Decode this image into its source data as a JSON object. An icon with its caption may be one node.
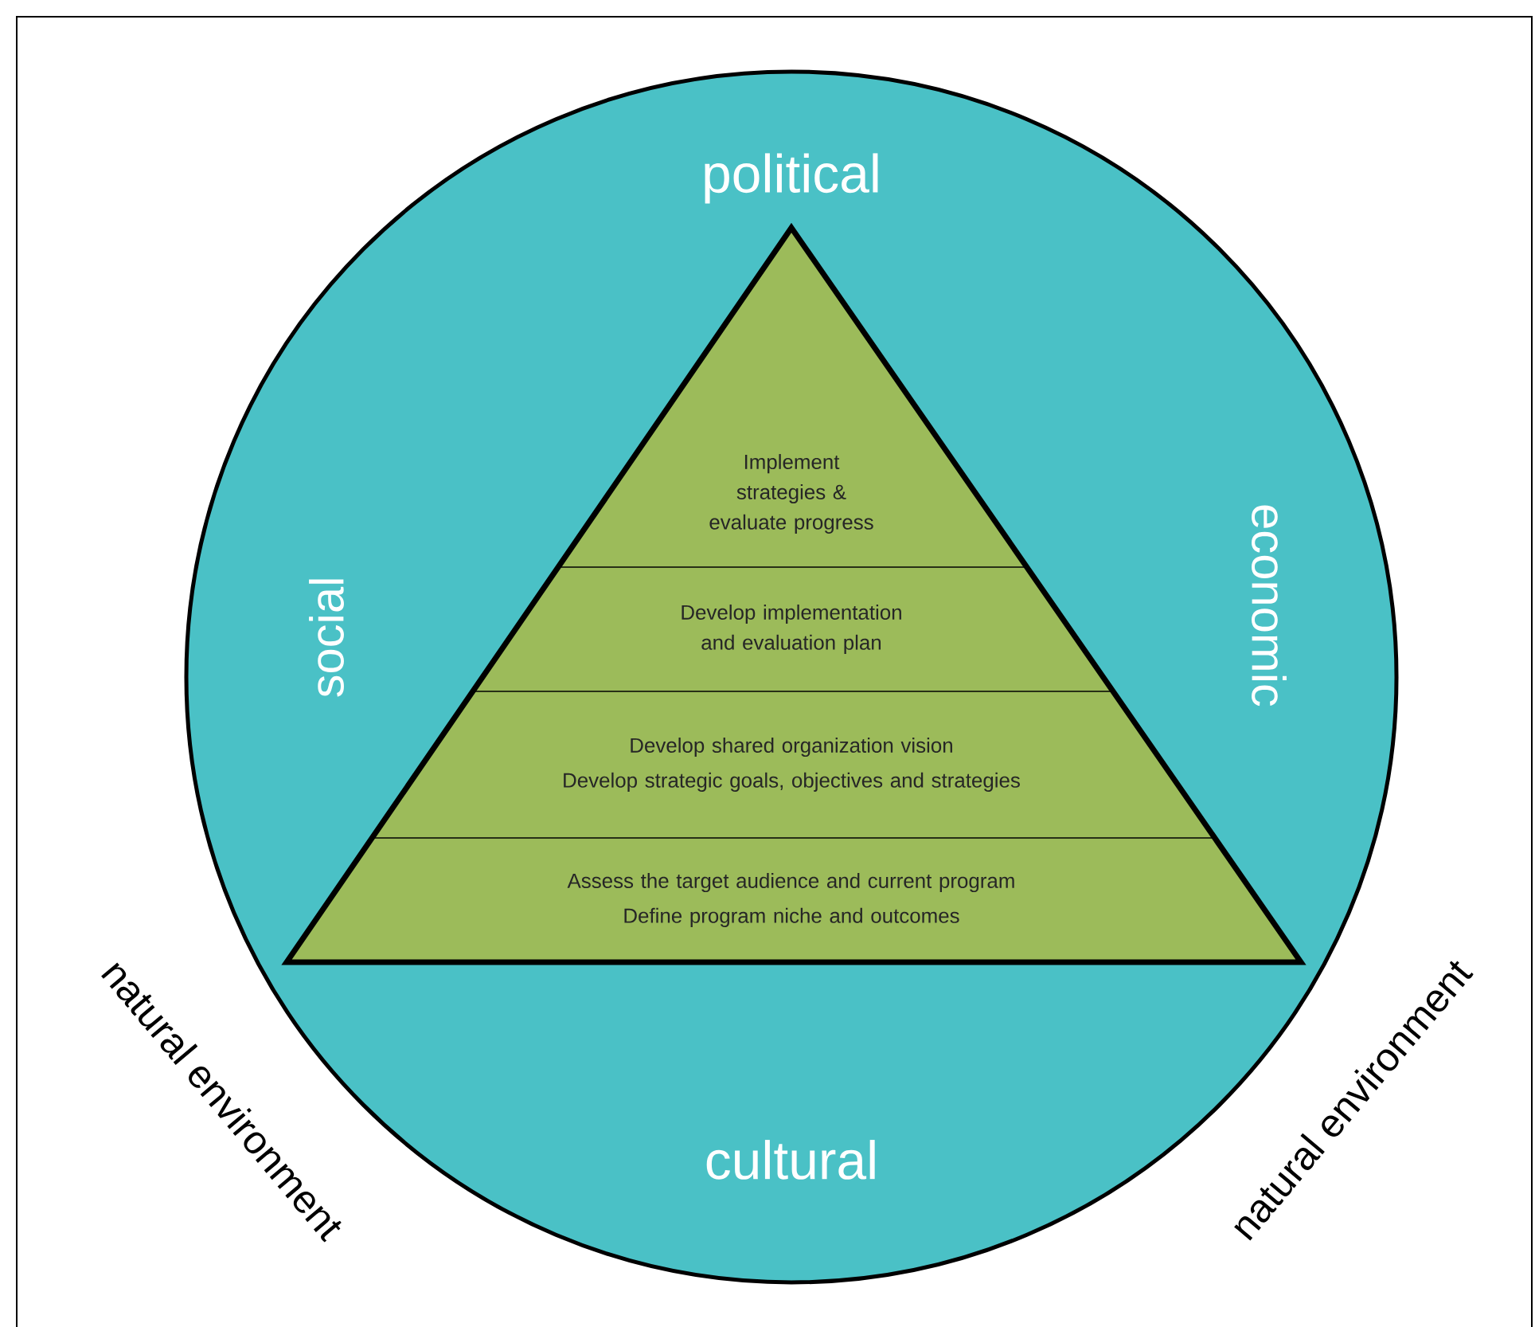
{
  "diagram": {
    "nodes": [
      {
        "text": [
          "political",
          "social",
          "economic",
          "cultural"
        ]
      },
      {
        "text": [
          "Implement strategies & evaluate progress"
        ],
        "in": 0
      },
      {
        "text": [
          "Develop implementation and evaluation plan"
        ],
        "in": 0
      },
      {
        "text": [
          "Develop shared organization vision",
          "Develop strategic goals, objectives and strategies"
        ],
        "in": 0
      },
      {
        "text": [
          "Assess the target audience and current program",
          "Define program niche and outcomes"
        ],
        "in": 0
      }
    ],
    "labels": [
      "natural environment",
      "natural environment"
    ]
  }
}
